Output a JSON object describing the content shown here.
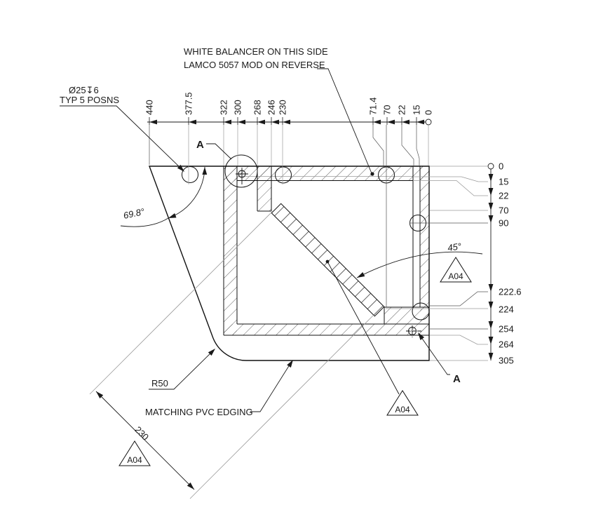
{
  "page": {
    "background": "#ffffff"
  },
  "colors": {
    "line": "#1a1a1a",
    "construction": "#9a9a9a"
  },
  "notes": {
    "balancer_line1": "WHITE BALANCER ON THIS SIDE",
    "balancer_line2": "LAMCO 5057 MOD ON REVERSE",
    "hole_callout_line1": "Ø25↧6",
    "hole_callout_line2": "TYP 5 POSNS",
    "edging": "MATCHING PVC EDGING",
    "radius": "R50",
    "angle_corner": "69.8°",
    "angle_brace": "45°",
    "brace_length": "230",
    "section": "A",
    "flag": "A04"
  },
  "dims": {
    "top": [
      "440",
      "377.5",
      "322",
      "300",
      "268",
      "246",
      "230",
      "71.4",
      "70",
      "22",
      "15",
      "0"
    ],
    "right": [
      "0",
      "15",
      "22",
      "70",
      "90",
      "222.6",
      "224",
      "254",
      "264",
      "305"
    ]
  }
}
